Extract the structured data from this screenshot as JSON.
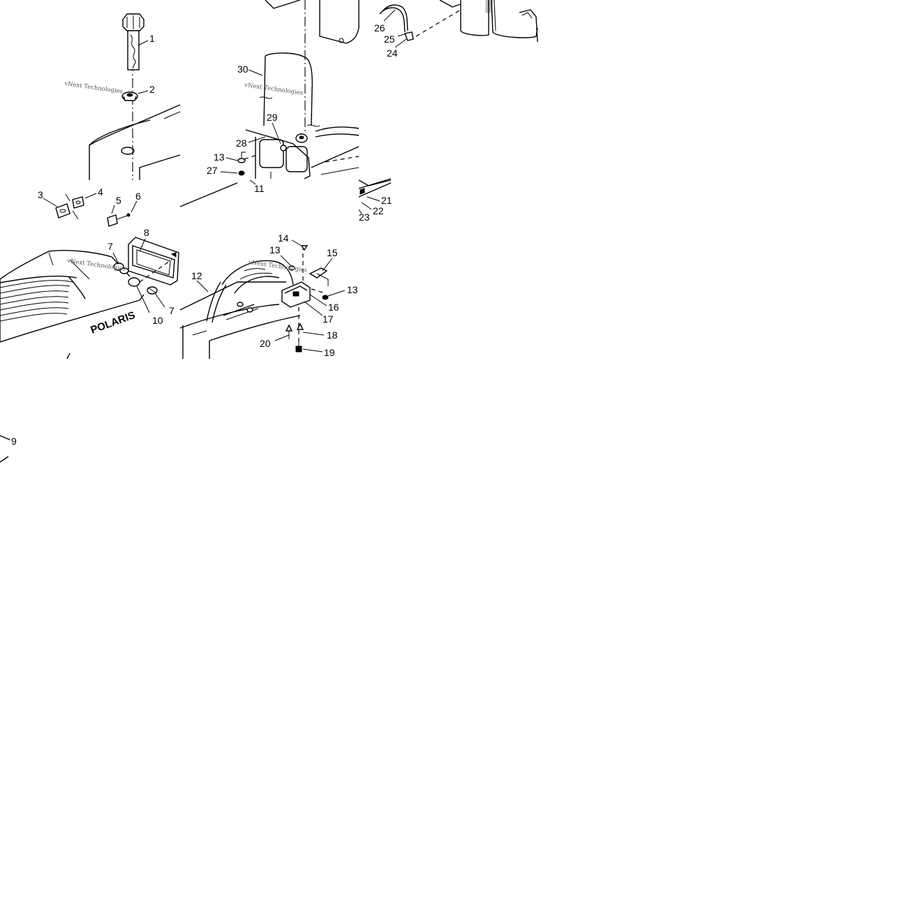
{
  "watermark": "vNext Technologies",
  "brand_logo": "POLARIS",
  "callouts": [
    "1",
    "2",
    "3",
    "4",
    "5",
    "6",
    "7",
    "8",
    "9",
    "10",
    "11",
    "12",
    "13",
    "14",
    "15",
    "16",
    "17",
    "18",
    "19",
    "20",
    "21",
    "22",
    "23",
    "24",
    "25",
    "26",
    "27",
    "28",
    "29",
    "30"
  ],
  "colors": {
    "ink": "#000000",
    "paper": "#ffffff",
    "watermark": "#555555"
  }
}
